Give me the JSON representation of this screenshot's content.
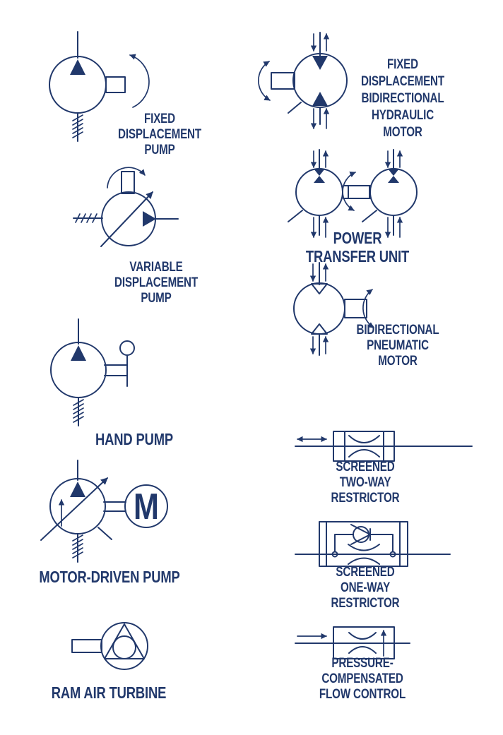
{
  "page": {
    "background": "#ffffff",
    "ink": "#21386b"
  },
  "symbols": {
    "fixed_displacement_pump": {
      "label": "FIXED\nDISPLACEMENT\nPUMP"
    },
    "variable_displacement_pump": {
      "label": "VARIABLE\nDISPLACEMENT\nPUMP"
    },
    "hand_pump": {
      "label": "HAND PUMP"
    },
    "motor_driven_pump": {
      "label": "MOTOR-DRIVEN PUMP",
      "motor_letter": "M"
    },
    "ram_air_turbine": {
      "label": "RAM AIR TURBINE"
    },
    "fixed_displacement_bidirectional_hydraulic_motor": {
      "label": "FIXED\nDISPLACEMENT\nBIDIRECTIONAL\nHYDRAULIC MOTOR"
    },
    "power_transfer_unit": {
      "label": "POWER TRANSFER UNIT"
    },
    "bidirectional_pneumatic_motor": {
      "label": "BIDIRECTIONAL\nPNEUMATIC MOTOR"
    },
    "screened_two_way_restrictor": {
      "label": "SCREENED\nTWO-WAY RESTRICTOR"
    },
    "screened_one_way_restrictor": {
      "label": "SCREENED\nONE-WAY RESTRICTOR"
    },
    "pressure_compensated_flow_control": {
      "label": "PRESSURE-COMPENSATED\nFLOW CONTROL"
    }
  }
}
